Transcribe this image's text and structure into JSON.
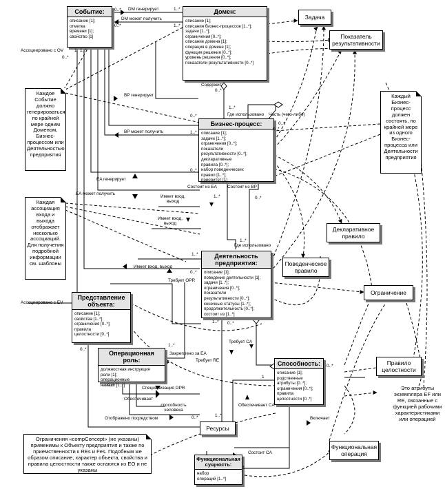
{
  "classes": {
    "event": {
      "title": "Событие:",
      "attrs": [
        "описание [1];",
        "отметка",
        "времени [1];",
        "свойство [1]"
      ]
    },
    "domain": {
      "title": "Домен:",
      "attrs": [
        "описание [1];",
        "описания бизнес-процессов [1..*];",
        "задачи [1..*];",
        "ограничения [0..*];",
        "описание домена [1];",
        "операция в домене [1];",
        "функция решения [0..*];",
        "уровень решения [0..*];",
        "показатели результативности [0..*]"
      ]
    },
    "bp": {
      "title": "Бизнес-процесс:",
      "attrs": [
        "описание [1];",
        "задачи [1..*];",
        "ограничения [0..*];",
        "показатели",
        "результативности [0..*];",
        "декларативные",
        "правила [0..*];",
        "набор поведенческих",
        "правил [1..*];",
        "приоритет [1]"
      ]
    },
    "ea": {
      "title": "Деятельность предприятия:",
      "attrs": [
        "описание [1];",
        "поведение деятельности [1];",
        "задачи [1..*];",
        "ограничения [0..*];",
        "показатели",
        "результативности [0..*];",
        "конечные статусы [1..*];",
        "продолжительность [0..*];",
        "состоит из [1..*]"
      ]
    },
    "ov": {
      "title": "Представление объекта:",
      "attrs": [
        "описание [1];",
        "свойства [1..*];",
        "ограничения [0..*];",
        "правила",
        "целостности [0..*]"
      ]
    },
    "role": {
      "title": "Операционная роль:",
      "attrs": [
        "должностная инструкция",
        "роли [1];",
        "операционные",
        "навыки [1..*]"
      ]
    },
    "cap": {
      "title": "Способность:",
      "attrs": [
        "описание [1];",
        "родственные",
        "атрибуты [0..*];",
        "ограничения [0..*];",
        "правила",
        "целостности [0..*]"
      ]
    },
    "fe": {
      "title": "Функциональная сущность:",
      "attrs": [
        "набор",
        "операций [1..*]"
      ]
    }
  },
  "simple": {
    "task": "Задача",
    "kpi": "Показатель результативности",
    "decl": "Декларативное правило",
    "behav": "Поведенческое правило",
    "constr": "Ограничение",
    "integ": "Правило целостности",
    "res": "Ресурсы",
    "funcop": "Функциональная операция"
  },
  "notes": {
    "n1": "Каждое Событие должно генерироваться по крайней мере одним Доменом, Бизнес-процессом или Деятельностью предприятия",
    "n2": "Каждая ассоциация входа и выхода отображает несколько ассоциаций. Для получения подробной информации см. шаблоны",
    "n3": "Каждый Бизнес-процесс должен состоять, по крайней мере из одного Бизнес-процесса или Деятельности предприятия",
    "n4": "Ограничения «compConcept» (не указаны) применимы к Объекту предприятия и также по приемственности к REs и Fes. Подобным же образом описание, характер объекта, свойства и правила целостности также остаются из EO и не указаны",
    "n5": "Это атрибуты экземпляра EF или RE, связанные с функцией рабочими характеристиками или операцией"
  },
  "labels": {
    "dm_gen": "DM генерирует",
    "dm_get": "DM может получить",
    "assoc_ov": "Ассоциировано с OV",
    "assoc_ev": "Ассоциировано с EV",
    "contains": "Содержит",
    "where_used1": "Где использовано",
    "part_of": "Часть (чего-либо)",
    "bp_gen": "BP генерирует",
    "bp_get": "BP может получить",
    "ea_gen": "EA генерирует",
    "ea_get": "EA может получить",
    "consists_ea": "Состоит из EA",
    "consists_bp": "Состоит из BP",
    "has_io1": "Имеет вход, выход",
    "has_io2": "Имеет вход, выход",
    "has_io3": "Имеет вход, выход",
    "where_used2": "Где использовано",
    "req_opr": "Требует OPR",
    "req_ca": "Требует CA",
    "assigned_ea": "Закреплено за EA",
    "req_re": "Требует RE",
    "spec_opr": "Специализация OPR",
    "provides": "Обеспечивает",
    "human_ability": "способность человека",
    "provides_ca": "Обеспечивает CA",
    "mapped_by": "Отображено посредством",
    "includes": "Включает",
    "consists_ca": "Состоит CA"
  },
  "mult": [
    "0..*",
    "1..*",
    "1..*",
    "0..*",
    "0..*",
    "1",
    "1..*",
    "0..*",
    "0..*",
    "1..*",
    "1..*",
    "0..*",
    "0..*",
    "0..*",
    "0..*",
    "1..*",
    "1..*",
    "1..*",
    "0..*",
    "1..*",
    "0..*",
    "1..*",
    "1",
    "0..*",
    "1..*",
    "0..*",
    "0..*",
    "0..*",
    "1"
  ]
}
